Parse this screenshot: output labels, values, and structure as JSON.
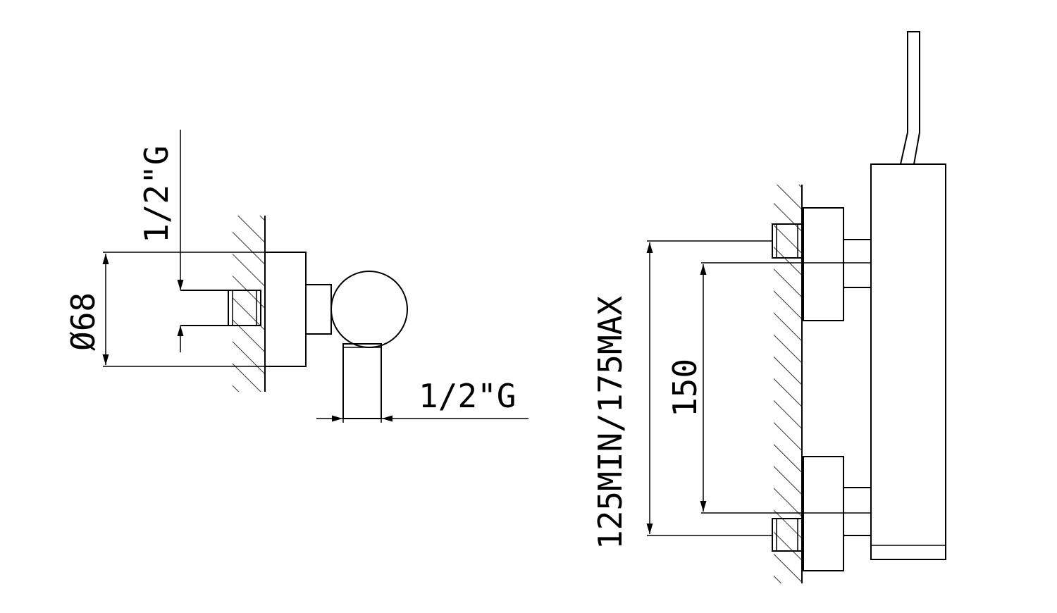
{
  "labels": {
    "inlet_thread_vertical": "1/2\"G",
    "outlet_thread_horizontal": "1/2\"G",
    "flange_diameter": "Ø68",
    "centre_distance_range": "125MIN/175MAX",
    "centre_distance_nominal": "150"
  },
  "colors": {
    "line": "#000000",
    "background": "#ffffff"
  }
}
